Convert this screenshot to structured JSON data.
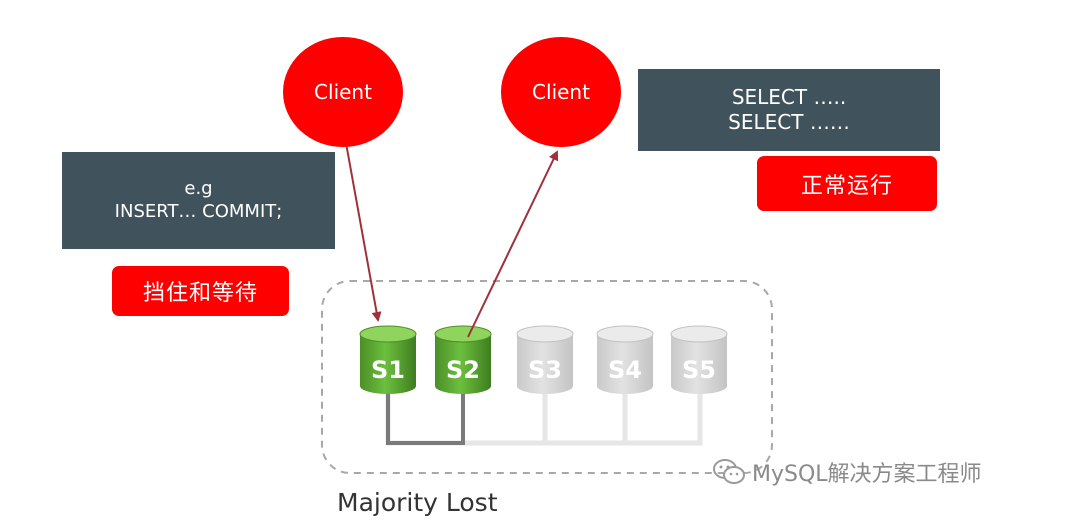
{
  "clients": [
    {
      "label": "Client"
    },
    {
      "label": "Client"
    }
  ],
  "write_box": {
    "line1": "e.g",
    "line2": "INSERT… COMMIT;"
  },
  "read_box": {
    "line1": "SELECT …..",
    "line2": "SELECT ……"
  },
  "blocked_label": "挡住和等待",
  "normal_label": "正常运行",
  "servers": [
    {
      "label": "S1",
      "state": "active"
    },
    {
      "label": "S2",
      "state": "active"
    },
    {
      "label": "S3",
      "state": "lost"
    },
    {
      "label": "S4",
      "state": "lost"
    },
    {
      "label": "S5",
      "state": "lost"
    }
  ],
  "group_caption": "Majority Lost",
  "watermark": "MySQL解决方案工程师",
  "colors": {
    "client_red": "#ff0000",
    "dark_box": "#40525c",
    "active_server": "#5aa531",
    "lost_server": "#d4d4d4",
    "arrow": "#a0303a"
  }
}
